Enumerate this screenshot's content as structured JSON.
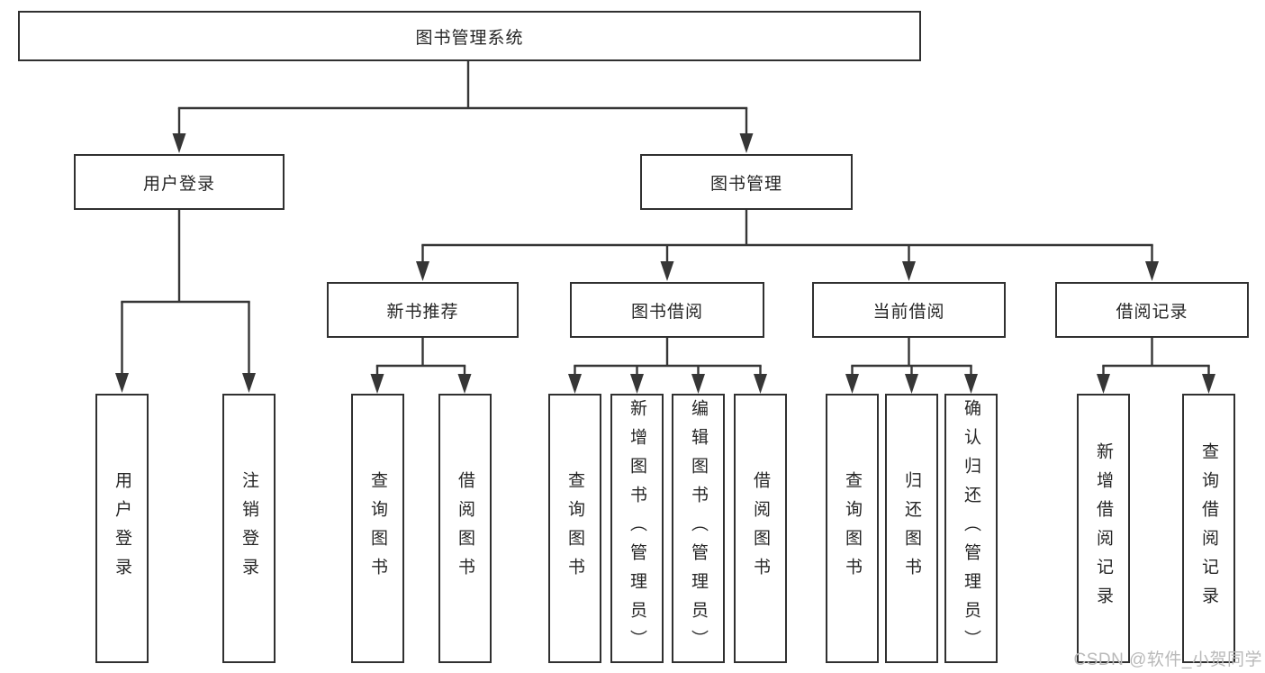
{
  "diagram": {
    "root": {
      "label": "图书管理系统"
    },
    "level2": [
      {
        "label": "用户登录"
      },
      {
        "label": "图书管理"
      }
    ],
    "level3": [
      {
        "label": "新书推荐"
      },
      {
        "label": "图书借阅"
      },
      {
        "label": "当前借阅"
      },
      {
        "label": "借阅记录"
      }
    ],
    "leaves": [
      {
        "label": "用户登录"
      },
      {
        "label": "注销登录"
      },
      {
        "label": "查询图书"
      },
      {
        "label": "借阅图书"
      },
      {
        "label": "查询图书"
      },
      {
        "label": "新增图书（管理员）"
      },
      {
        "label": "编辑图书（管理员）"
      },
      {
        "label": "借阅图书"
      },
      {
        "label": "查询图书"
      },
      {
        "label": "归还图书"
      },
      {
        "label": "确认归还（管理员）"
      },
      {
        "label": "新增借阅记录"
      },
      {
        "label": "查询借阅记录"
      }
    ],
    "watermark": {
      "text": "CSDN @软件_小贺同学"
    },
    "colors": {
      "line": "#363636",
      "box_border": "#303030",
      "box_fill": "#ffffff",
      "text": "#262626",
      "watermark": "#b9b9b9"
    }
  }
}
